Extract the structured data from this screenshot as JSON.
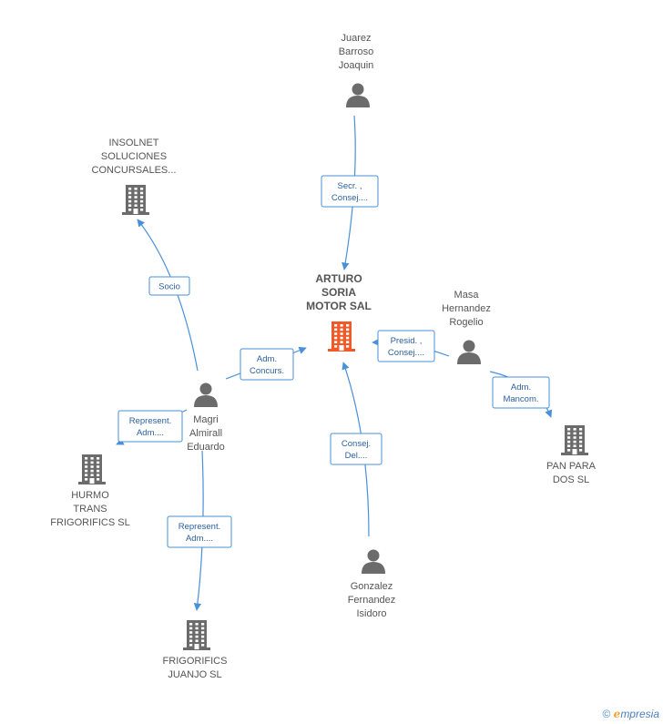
{
  "nodes": [
    {
      "id": "arturo",
      "type": "company",
      "main": true,
      "label": [
        "ARTURO",
        "SORIA",
        "MOTOR SAL"
      ],
      "color": "#f05a28"
    },
    {
      "id": "juarez",
      "type": "person",
      "label": [
        "Juarez",
        "Barroso",
        "Joaquin"
      ],
      "color": "#6b6b6b"
    },
    {
      "id": "insolnet",
      "type": "company",
      "label": [
        "INSOLNET",
        "SOLUCIONES",
        "CONCURSALES..."
      ],
      "color": "#6b6b6b"
    },
    {
      "id": "masa",
      "type": "person",
      "label": [
        "Masa",
        "Hernandez",
        "Rogelio"
      ],
      "color": "#6b6b6b"
    },
    {
      "id": "magri",
      "type": "person",
      "label": [
        "Magri",
        "Almirall",
        "Eduardo"
      ],
      "color": "#6b6b6b"
    },
    {
      "id": "hurmo",
      "type": "company",
      "label": [
        "HURMO",
        "TRANS",
        "FRIGORIFICS SL"
      ],
      "color": "#6b6b6b"
    },
    {
      "id": "pan",
      "type": "company",
      "label": [
        "PAN PARA",
        "DOS SL"
      ],
      "color": "#6b6b6b"
    },
    {
      "id": "gonzalez",
      "type": "person",
      "label": [
        "Gonzalez",
        "Fernandez",
        "Isidoro"
      ],
      "color": "#6b6b6b"
    },
    {
      "id": "frigorifics",
      "type": "company",
      "label": [
        "FRIGORIFICS",
        "JUANJO SL"
      ],
      "color": "#6b6b6b"
    }
  ],
  "edges": [
    {
      "id": "juarez-arturo",
      "from": "juarez",
      "to": "arturo",
      "label": [
        "Secr. ,",
        "Consej...."
      ]
    },
    {
      "id": "magri-insolnet",
      "from": "magri",
      "to": "insolnet",
      "label": [
        "Socio"
      ]
    },
    {
      "id": "magri-arturo",
      "from": "magri",
      "to": "arturo",
      "label": [
        "Adm.",
        "Concurs."
      ]
    },
    {
      "id": "masa-arturo",
      "from": "masa",
      "to": "arturo",
      "label": [
        "Presid. ,",
        "Consej...."
      ]
    },
    {
      "id": "masa-pan",
      "from": "masa",
      "to": "pan",
      "label": [
        "Adm.",
        "Mancom."
      ]
    },
    {
      "id": "magri-hurmo",
      "from": "magri",
      "to": "hurmo",
      "label": [
        "Represent.",
        "Adm...."
      ]
    },
    {
      "id": "gonzalez-arturo",
      "from": "gonzalez",
      "to": "arturo",
      "label": [
        "Consej.",
        "Del...."
      ]
    },
    {
      "id": "magri-frigorifics",
      "from": "magri",
      "to": "frigorifics",
      "label": [
        "Represent.",
        "Adm...."
      ]
    }
  ],
  "colors": {
    "edge": "#4a90d9",
    "badge_text": "#2a5f9e",
    "label": "#555555"
  },
  "footer": {
    "copyright": "©",
    "brand_e": "e",
    "brand_rest": "mpresia"
  }
}
